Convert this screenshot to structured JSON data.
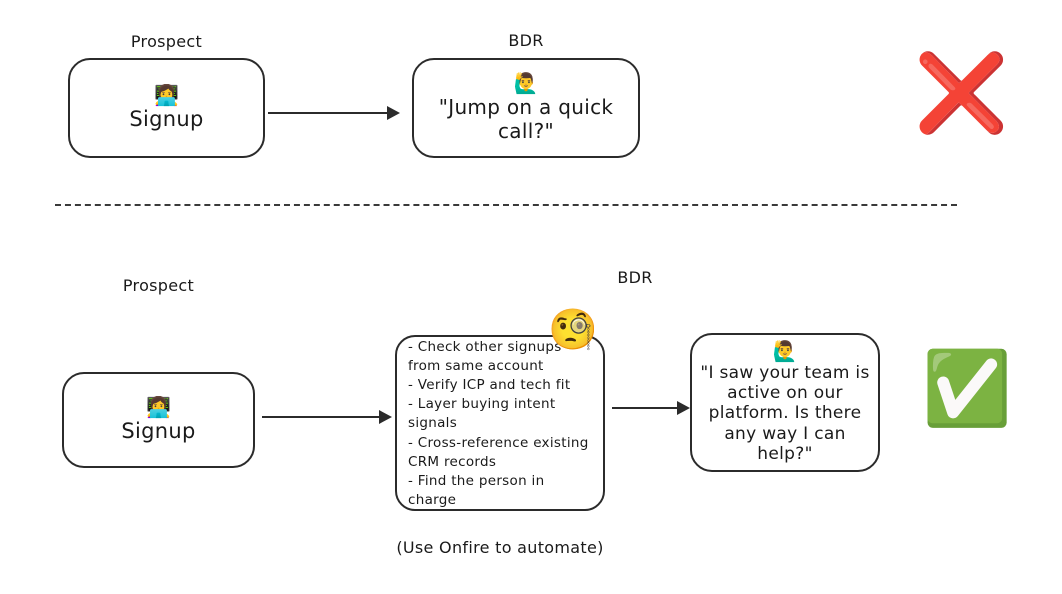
{
  "diagram": {
    "title": "Prospect to BDR outreach comparison",
    "divider": "dashed-horizontal-rule"
  },
  "top_row": {
    "verdict_icon": "cross-mark-icon",
    "verdict_symbol": "❌",
    "labels": {
      "prospect": "Prospect",
      "bdr": "BDR"
    },
    "signup_box": {
      "emoji": "👩‍💻",
      "emoji_name": "woman-technologist-icon",
      "text": "Signup"
    },
    "message_box": {
      "emoji": "🙋‍♂️",
      "emoji_name": "man-raising-hand-icon",
      "text": "\"Jump on a quick call?\""
    },
    "arrow": "arrow-signup-to-message"
  },
  "bottom_row": {
    "verdict_icon": "check-mark-button-icon",
    "verdict_symbol": "✅",
    "labels": {
      "prospect": "Prospect",
      "bdr": "BDR"
    },
    "signup_box": {
      "emoji": "👩‍💻",
      "emoji_name": "woman-technologist-icon",
      "text": "Signup"
    },
    "research_box": {
      "badge_emoji": "🧐",
      "badge_emoji_name": "face-with-monocle-icon",
      "items": [
        "- Check other signups from same account",
        "- Verify ICP and tech fit",
        "- Layer buying intent signals",
        "- Cross-reference existing CRM records",
        "- Find the person in charge"
      ]
    },
    "message_box": {
      "emoji": "🙋‍♂️",
      "emoji_name": "man-raising-hand-icon",
      "text": "\"I saw your team is active on our platform. Is there any way I can help?\""
    },
    "caption": "(Use Onfire to automate)",
    "arrow_1": "arrow-signup-to-research",
    "arrow_2": "arrow-research-to-message"
  },
  "colors": {
    "ink": "#2b2b2b",
    "cross": "#e01b1b",
    "check": "#21c20b",
    "background": "#ffffff"
  }
}
